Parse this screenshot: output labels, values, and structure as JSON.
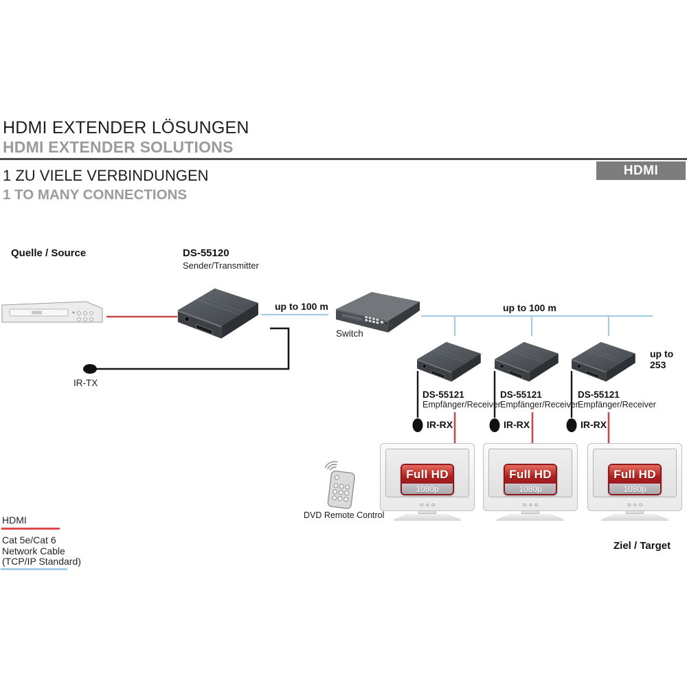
{
  "header": {
    "title_de": "HDMI EXTENDER LÖSUNGEN",
    "title_en": "HDMI EXTENDER SOLUTIONS",
    "subtitle_de": "1 ZU VIELE VERBINDUNGEN",
    "subtitle_en": "1 TO MANY CONNECTIONS",
    "badge": "HDMI"
  },
  "diagram": {
    "source_label": "Quelle / Source",
    "target_label": "Ziel / Target",
    "transmitter": {
      "model": "DS-55120",
      "role": "Sender/Transmitter"
    },
    "switch_label": "Switch",
    "link1_label": "up to 100 m",
    "link2_label": "up to 100 m",
    "capacity": {
      "line1": "up to",
      "line2": "253"
    },
    "ir_tx_label": "IR-TX",
    "receivers": [
      {
        "model": "DS-55121",
        "role": "Empfänger/Receiver",
        "ir_label": "IR-RX"
      },
      {
        "model": "DS-55121",
        "role": "Empfänger/Receiver",
        "ir_label": "IR-RX"
      },
      {
        "model": "DS-55121",
        "role": "Empfänger/Receiver",
        "ir_label": "IR-RX"
      }
    ],
    "tvs": [
      {
        "badge_title": "Full HD",
        "badge_sub": "1080p"
      },
      {
        "badge_title": "Full HD",
        "badge_sub": "1080p"
      },
      {
        "badge_title": "Full HD",
        "badge_sub": "1080p"
      }
    ],
    "remote_label": "DVD Remote Control"
  },
  "legend": {
    "hdmi_label": "HDMI",
    "network_lines": [
      "Cat 5e/Cat 6",
      "Network Cable",
      "(TCP/IP Standard)"
    ]
  },
  "colors": {
    "hdmi_cable": "#c24a4d",
    "network_cable": "#a6cbe4",
    "ir_cable": "#161616",
    "hdmi_badge_bg": "#7d7d7d",
    "fullhd_badge_red": "#b2211f"
  }
}
